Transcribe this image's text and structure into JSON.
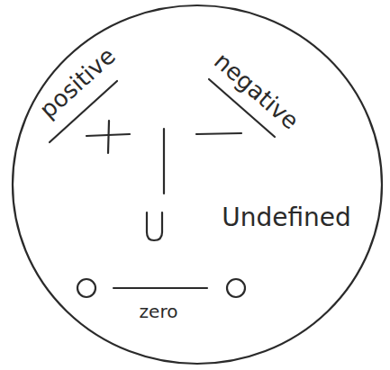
{
  "diagram": {
    "labels": [
      "positive",
      "negative",
      "Undefined",
      "zero"
    ]
  }
}
